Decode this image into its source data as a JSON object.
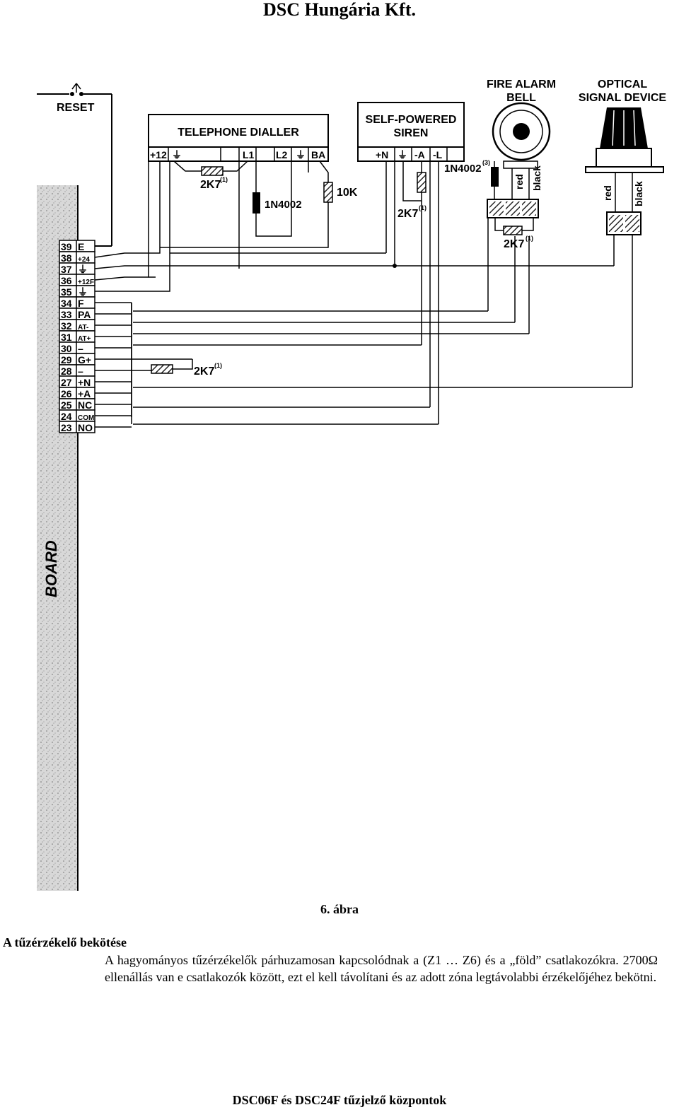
{
  "header": {
    "title": "DSC Hungária Kft."
  },
  "diagram": {
    "reset_label": "RESET",
    "board_label": "BOARD",
    "dialler": {
      "title": "TELEPHONE DIALLER",
      "terminals": [
        "+12",
        "⏚",
        "L1",
        "L2",
        "⏚",
        "BA"
      ],
      "resistor_label": "2K7",
      "resistor_note": "(1)",
      "diode_label": "1N4002",
      "pullup_label": "10K"
    },
    "siren": {
      "title_line1": "SELF-POWERED",
      "title_line2": "SIREN",
      "terminals": [
        "+N",
        "⏚",
        "-A",
        "-L"
      ],
      "resistor_label": "2K7",
      "resistor_note": "(1)"
    },
    "bell": {
      "title_line1": "FIRE ALARM",
      "title_line2": "BELL",
      "diode_label": "1N4002",
      "diode_note": "(3)",
      "wire_red": "red",
      "wire_black": "black",
      "resistor_label": "2K7",
      "resistor_note": "(1)"
    },
    "optical": {
      "title_line1": "OPTICAL",
      "title_line2": "SIGNAL DEVICE",
      "wire_red": "red",
      "wire_black": "black"
    },
    "zone_resistor": {
      "label": "2K7",
      "note": "(1)"
    },
    "terminals": [
      {
        "num": "39",
        "sig": "E"
      },
      {
        "num": "38",
        "sig": "+24"
      },
      {
        "num": "37",
        "sig": "⏚"
      },
      {
        "num": "36",
        "sig": "+12F"
      },
      {
        "num": "35",
        "sig": "⏚"
      },
      {
        "num": "34",
        "sig": "F"
      },
      {
        "num": "33",
        "sig": "PA"
      },
      {
        "num": "32",
        "sig": "AT-"
      },
      {
        "num": "31",
        "sig": "AT+"
      },
      {
        "num": "30",
        "sig": "–"
      },
      {
        "num": "29",
        "sig": "G+"
      },
      {
        "num": "28",
        "sig": "–"
      },
      {
        "num": "27",
        "sig": "+N"
      },
      {
        "num": "26",
        "sig": "+A"
      },
      {
        "num": "25",
        "sig": "NC"
      },
      {
        "num": "24",
        "sig": "COM"
      },
      {
        "num": "23",
        "sig": "NO"
      }
    ]
  },
  "caption": "6. ábra",
  "section": {
    "title": "A tűzérzékelő bekötése",
    "body": "A hagyományos tűzérzékelők párhuzamosan kapcsolódnak a (Z1 … Z6) és a „föld” csatlakozókra. 2700Ω ellenállás van e csatlakozók között, ezt el kell távolítani és az adott zóna legtávolabbi érzékelőjéhez bekötni."
  },
  "footer": "DSC06F és DSC24F tűzjelző központok"
}
